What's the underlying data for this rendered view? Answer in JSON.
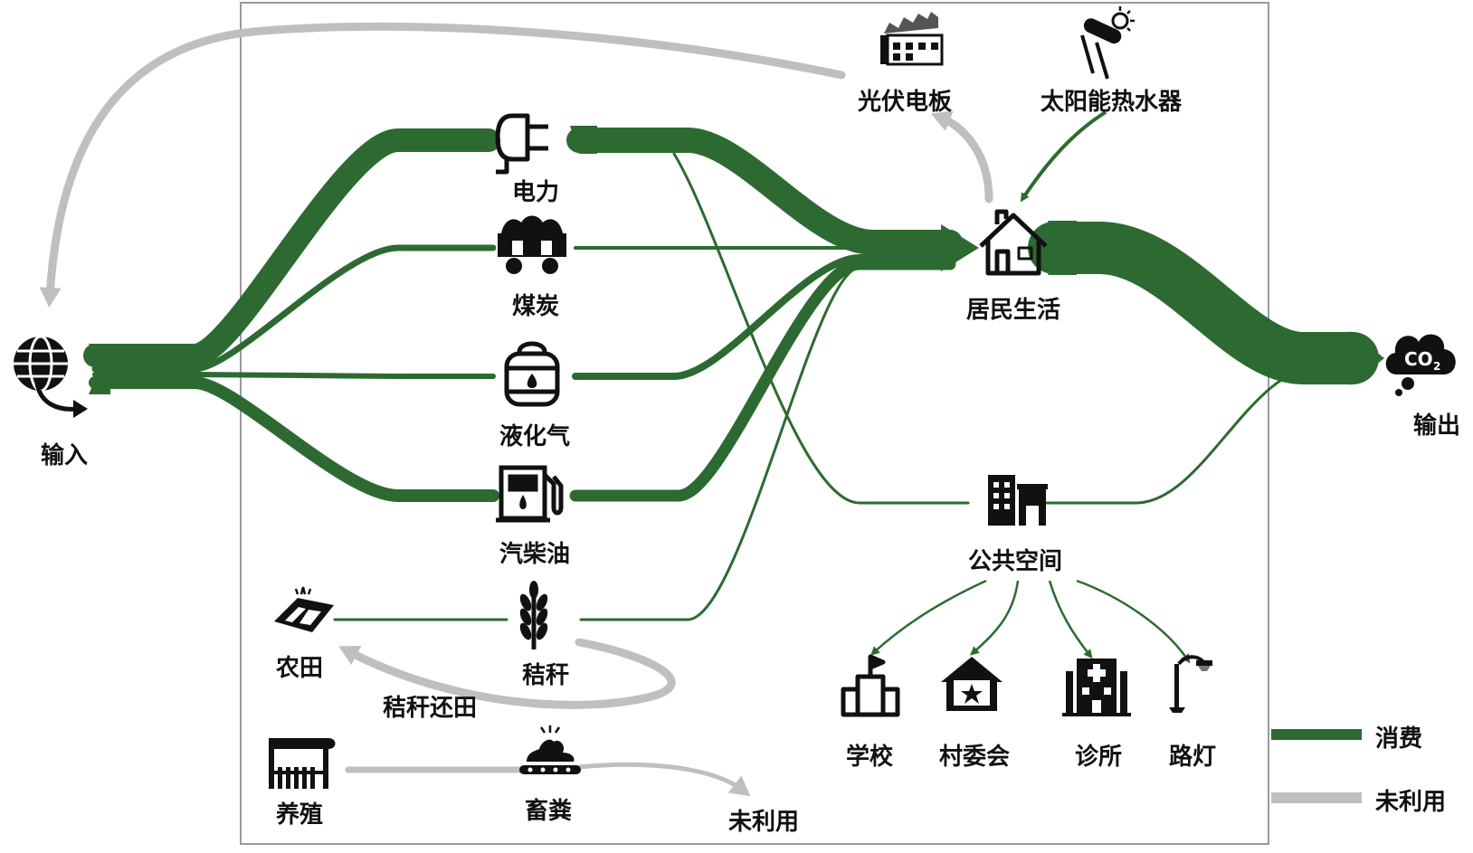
{
  "labels": {
    "input": "输入",
    "output": "输出",
    "electricity": "电力",
    "coal": "煤炭",
    "lpg": "液化气",
    "diesel": "汽柴油",
    "straw": "秸秆",
    "farmland": "农田",
    "straw_return": "秸秆还田",
    "livestock": "养殖",
    "manure": "畜粪",
    "unused_sink": "未利用",
    "pv_panel": "光伏电板",
    "solar_heater": "太阳能热水器",
    "residential": "居民生活",
    "public_space": "公共空间",
    "school": "学校",
    "village_committee": "村委会",
    "clinic": "诊所",
    "street_light": "路灯"
  },
  "legend": {
    "consumption": "消费",
    "unused": "未利用"
  },
  "colors": {
    "consumption": "#2d6a31",
    "unused": "#bfbfbf",
    "frame": "#9a9a9a"
  },
  "icons": [
    "globe-icon",
    "co2-cloud-icon",
    "plug-icon",
    "coal-cart-icon",
    "gas-tank-icon",
    "fuel-pump-icon",
    "wheat-icon",
    "farmland-icon",
    "barn-icon",
    "manure-icon",
    "factory-solar-icon",
    "solar-heater-icon",
    "house-icon",
    "office-building-icon",
    "school-icon",
    "committee-house-icon",
    "hospital-icon",
    "street-lamp-icon"
  ]
}
